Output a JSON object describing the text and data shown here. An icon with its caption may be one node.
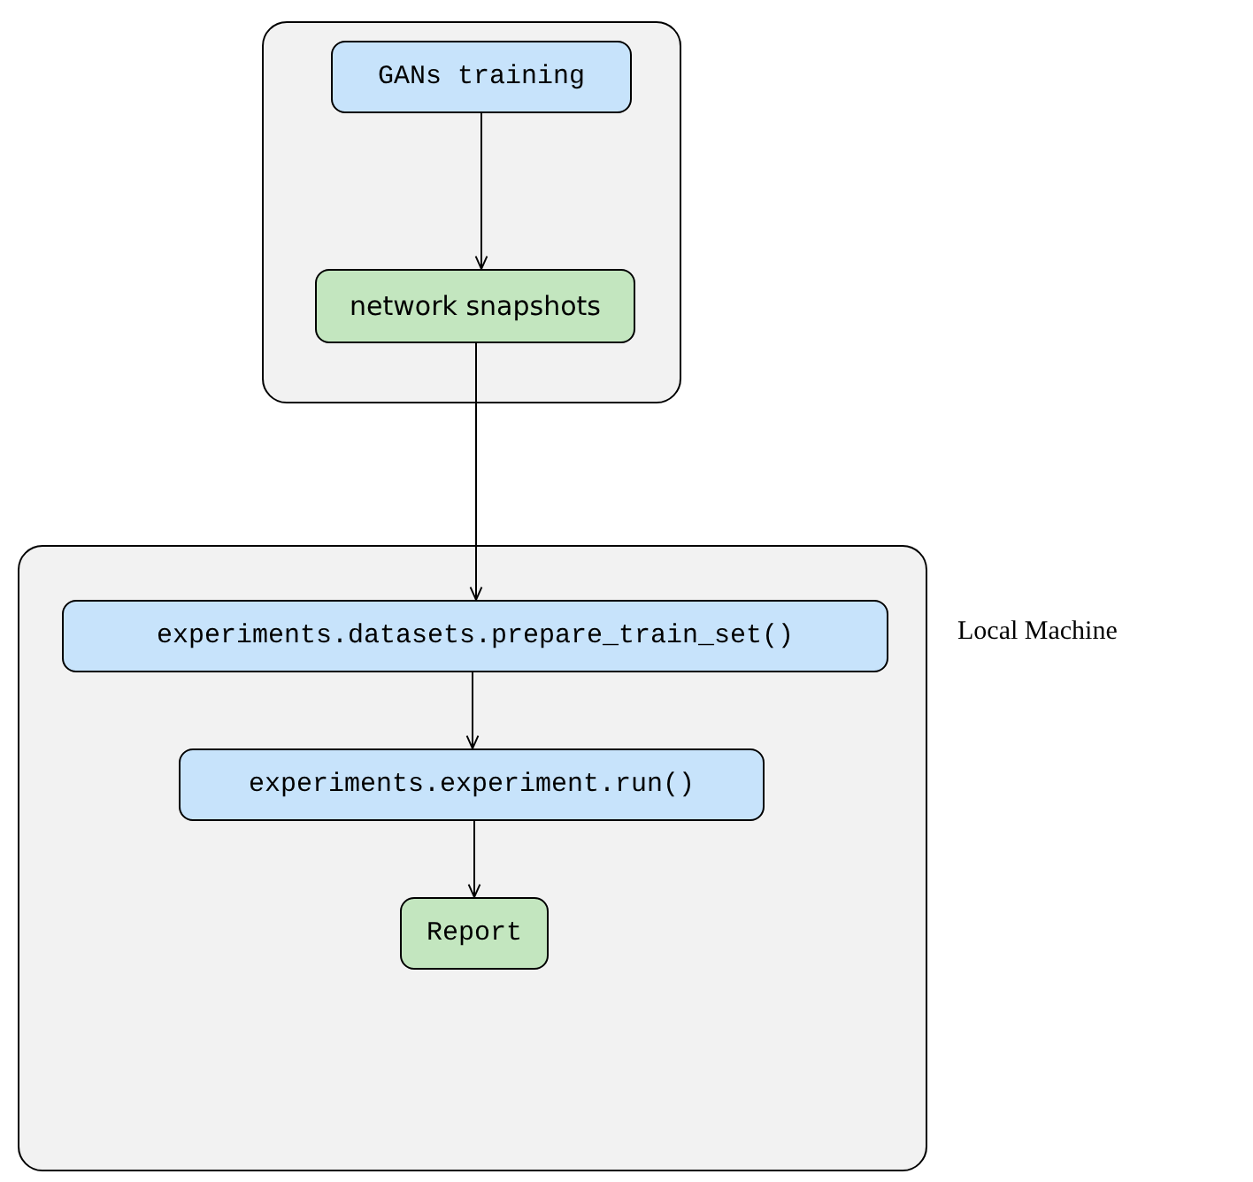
{
  "diagram": {
    "nodes": [
      {
        "text": [],
        "shape": "box"
      },
      {
        "text": [
          "GANs training"
        ],
        "in": 0
      },
      {
        "text": [
          "network snapshots"
        ],
        "in": 0
      },
      {
        "text": [
          "Local Machine"
        ]
      },
      {
        "text": [
          "experiments.datasets.prepare_train_set()"
        ],
        "in": 3
      },
      {
        "text": [
          "experiments.experiment.run()"
        ],
        "in": 3
      },
      {
        "text": [
          "Report"
        ],
        "in": 3
      }
    ],
    "edges": [
      {
        "from": 1,
        "to": 2,
        "arrow": "to"
      },
      {
        "from": 2,
        "to": 4,
        "arrow": "to"
      },
      {
        "from": 4,
        "to": 5,
        "arrow": "to"
      },
      {
        "from": 5,
        "to": 6,
        "arrow": "to"
      }
    ]
  }
}
